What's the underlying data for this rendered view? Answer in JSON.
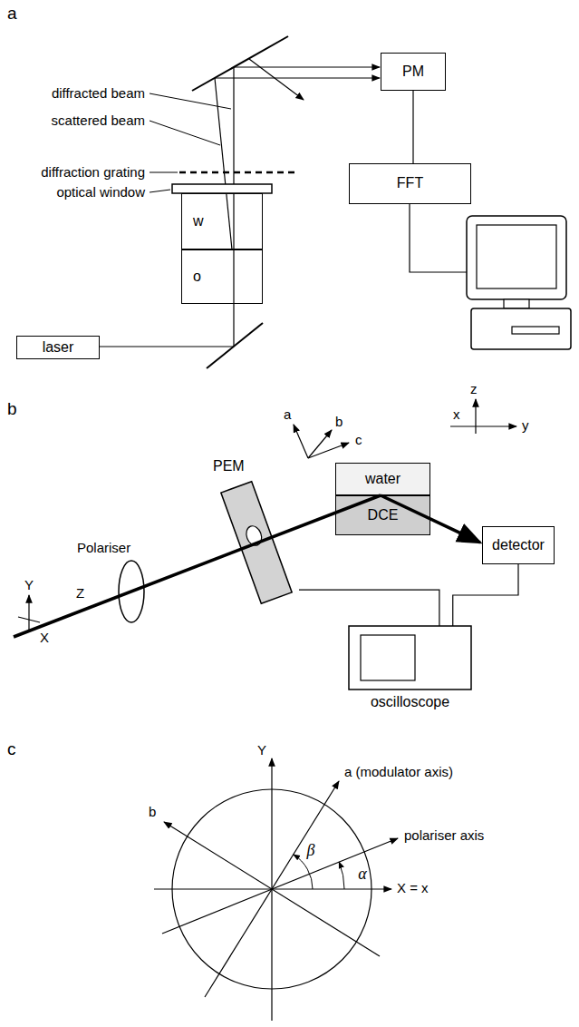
{
  "diagram": {
    "nodes": [
      {
        "text": [
          "laser"
        ]
      },
      {
        "text": [
          "PM"
        ]
      },
      {
        "text": [
          "FFT"
        ]
      },
      {
        "text": [
          "w"
        ]
      },
      {
        "text": [
          "o"
        ]
      },
      {
        "text": [
          "PEM"
        ]
      },
      {
        "text": [
          "water"
        ]
      },
      {
        "text": [
          "DCE"
        ]
      },
      {
        "text": [
          "detector"
        ]
      },
      {
        "text": [
          "oscilloscope"
        ]
      }
    ],
    "edges": [
      {
        "from": 1,
        "to": 2,
        "arrow": "none"
      },
      {
        "from": 5,
        "to": 9,
        "arrow": "none"
      },
      {
        "from": 8,
        "to": 9,
        "arrow": "none"
      }
    ],
    "labels": [
      "a",
      "diffracted beam",
      "scattered beam",
      "diffraction grating",
      "optical window",
      "b",
      "Polariser",
      "Y",
      "X",
      "Z",
      "a",
      "b",
      "c",
      "z",
      "x",
      "y",
      "c",
      "Y",
      "a (modulator axis)",
      "β",
      "polariser axis",
      "α",
      "X = x",
      "b"
    ]
  }
}
